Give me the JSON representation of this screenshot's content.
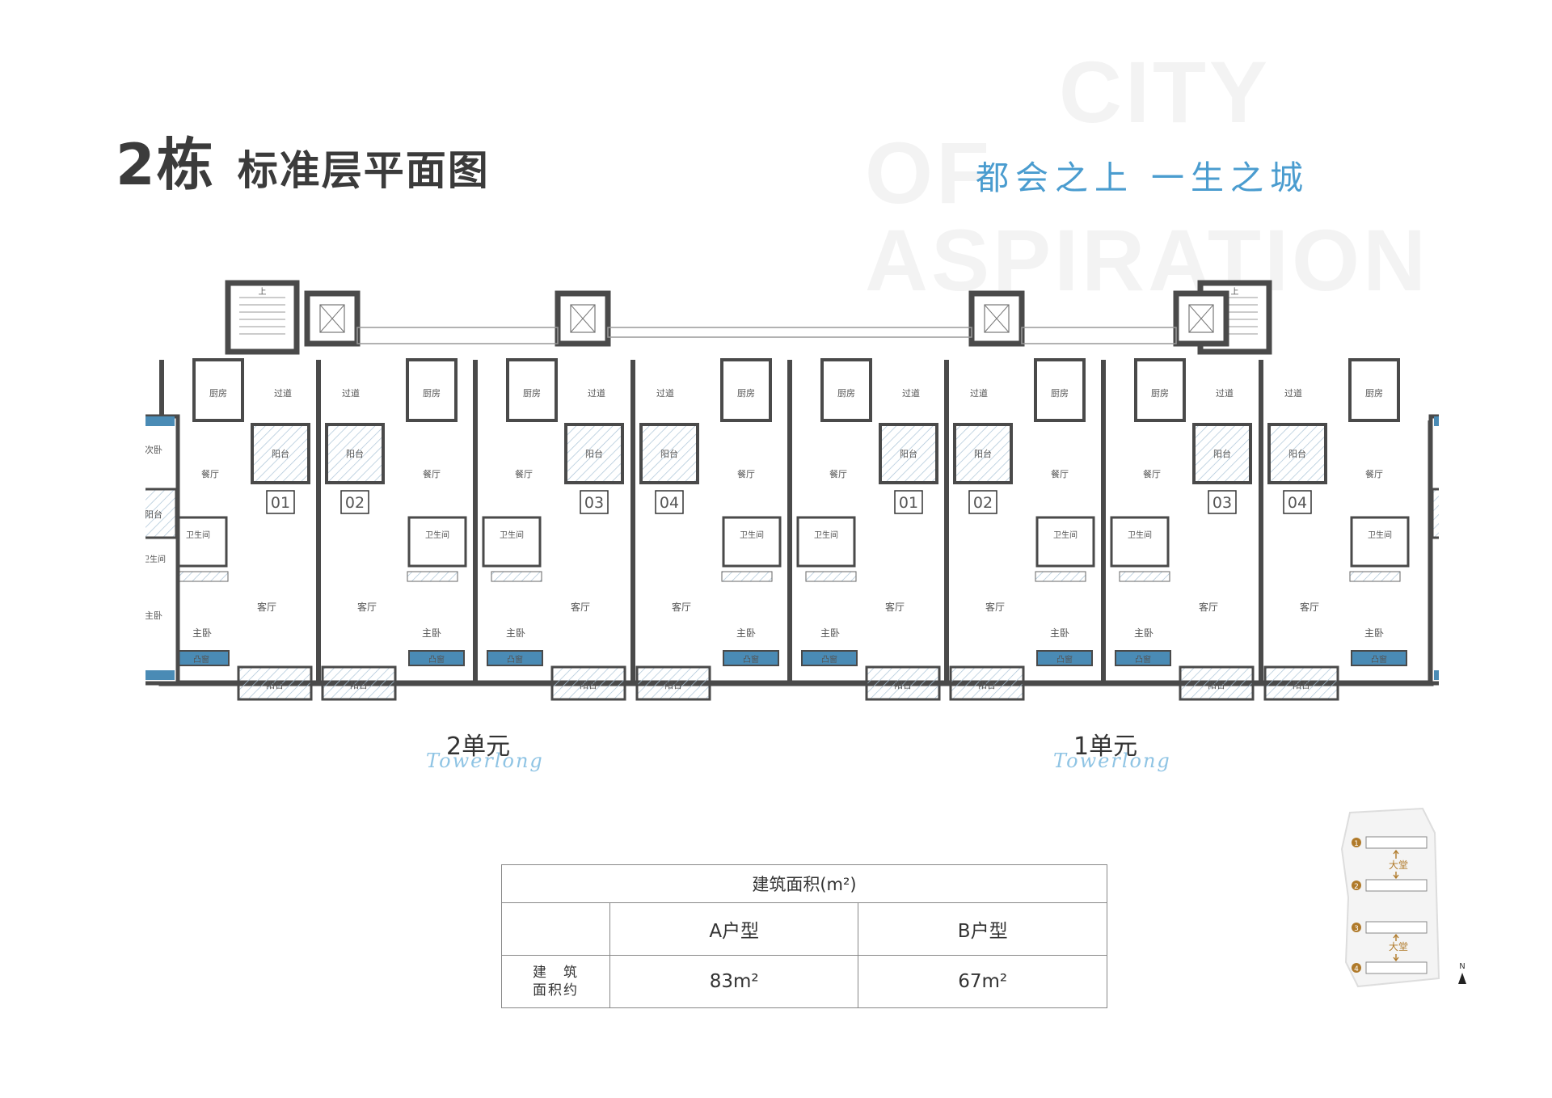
{
  "title": {
    "building": "2栋",
    "subtitle": "标准层平面图"
  },
  "watermark": {
    "line1": "CITY",
    "line2": "OF ASPIRATION"
  },
  "slogan": "都会之上 一生之城",
  "plan": {
    "units": [
      {
        "label": "2单元",
        "script": "Towerlong"
      },
      {
        "label": "1单元",
        "script": "Towerlong"
      }
    ],
    "apartment_numbers": [
      "01",
      "02",
      "03",
      "04",
      "01",
      "02",
      "03",
      "04"
    ],
    "room_labels": {
      "kitchen": "厨房",
      "corridor": "过道",
      "balcony": "阳台",
      "dining": "餐厅",
      "bathroom": "卫生间",
      "living": "客厅",
      "master": "主卧",
      "second": "次卧",
      "bay_window": "凸窗",
      "stair_up": "上"
    },
    "colors": {
      "wall": "#4a4a4a",
      "window": "#4a8bb5",
      "hatch": "#a9c3d6",
      "glass": "#bfcfdc"
    }
  },
  "area_table": {
    "header": "建筑面积(m²)",
    "types": [
      "A户型",
      "B户型"
    ],
    "row_label_line1": "建　筑",
    "row_label_line2": "面积约",
    "values": [
      "83m²",
      "67m²"
    ]
  },
  "keyplan": {
    "lobby_label": "大堂",
    "markers": [
      "1",
      "2",
      "3",
      "4"
    ],
    "north": "N"
  }
}
